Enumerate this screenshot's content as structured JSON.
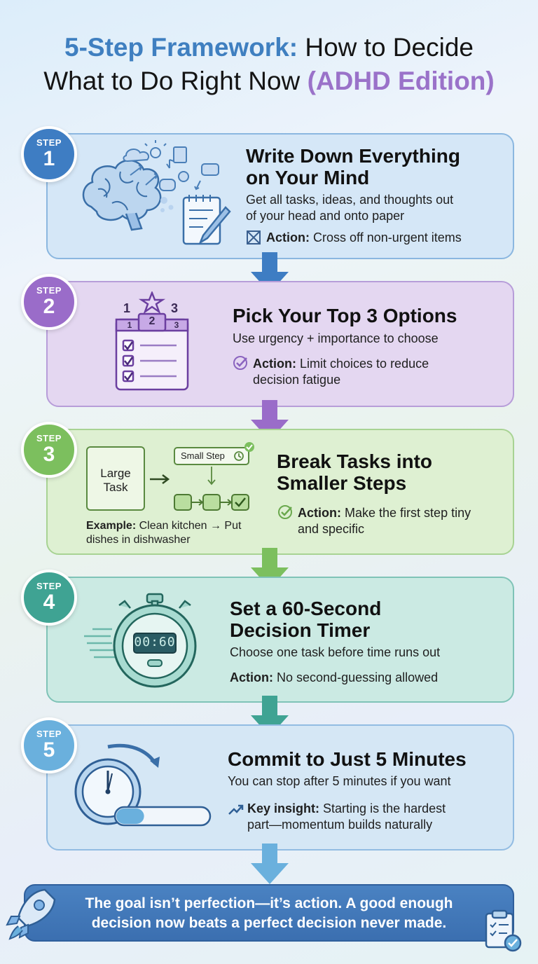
{
  "title": {
    "part1": "5-Step Framework:",
    "part2": "How to Decide",
    "part3": "What to Do Right Now",
    "part4": "(ADHD Edition)"
  },
  "steps": [
    {
      "label": "STEP",
      "num": "1",
      "heading_l1": "Write Down Everything",
      "heading_l2": "on Your Mind",
      "desc_l1": "Get all tasks, ideas, and thoughts out",
      "desc_l2": "of your head and onto paper",
      "action_label": "Action:",
      "action_text": "Cross off non-urgent items",
      "icon": "brain-notepad-icon",
      "color": "#3e7dc3"
    },
    {
      "label": "STEP",
      "num": "2",
      "heading_l1": "Pick Your Top 3 Options",
      "desc_l1": "Use urgency + importance to choose",
      "action_label": "Action:",
      "action_text_l1": "Limit choices to reduce",
      "action_text_l2": "decision fatigue",
      "icon": "checklist-calendar-icon",
      "cal_labels": [
        "1",
        "2",
        "3"
      ],
      "color": "#9a6cc9"
    },
    {
      "label": "STEP",
      "num": "3",
      "heading_l1": "Break Tasks into",
      "heading_l2": "Smaller Steps",
      "large_task_l1": "Large",
      "large_task_l2": "Task",
      "small_step": "Small Step",
      "example_label": "Example:",
      "example_l1": "Clean kitchen → Put",
      "example_l2": "dishes in dishwasher",
      "action_label": "Action:",
      "action_text_l1": "Make the first step tiny",
      "action_text_l2": "and specific",
      "color": "#7cbf5e"
    },
    {
      "label": "STEP",
      "num": "4",
      "heading_l1": "Set a 60-Second",
      "heading_l2": "Decision Timer",
      "desc_l1": "Choose one task before time runs out",
      "action_label": "Action:",
      "action_text": "No second-guessing allowed",
      "timer_display": "00:60",
      "icon": "stopwatch-icon",
      "color": "#3fa393"
    },
    {
      "label": "STEP",
      "num": "5",
      "heading_l1": "Commit to Just 5 Minutes",
      "desc_l1": "You can stop after 5 minutes if you want",
      "action_label": "Key insight:",
      "action_text_l1": "Starting is the hardest",
      "action_text_l2": "part—momentum builds naturally",
      "progress": 0.3,
      "icon": "clock-icon",
      "color": "#6ab0dd"
    }
  ],
  "banner": {
    "line1": "The goal isn’t perfection—it’s action. A good enough",
    "line2": "decision now beats a perfect decision never made."
  },
  "colors": {
    "arrow1": "#3e7dc3",
    "arrow2": "#9a6cc9",
    "arrow3": "#7cbf5e",
    "arrow4": "#3fa393",
    "arrow5": "#6ab0dd"
  }
}
